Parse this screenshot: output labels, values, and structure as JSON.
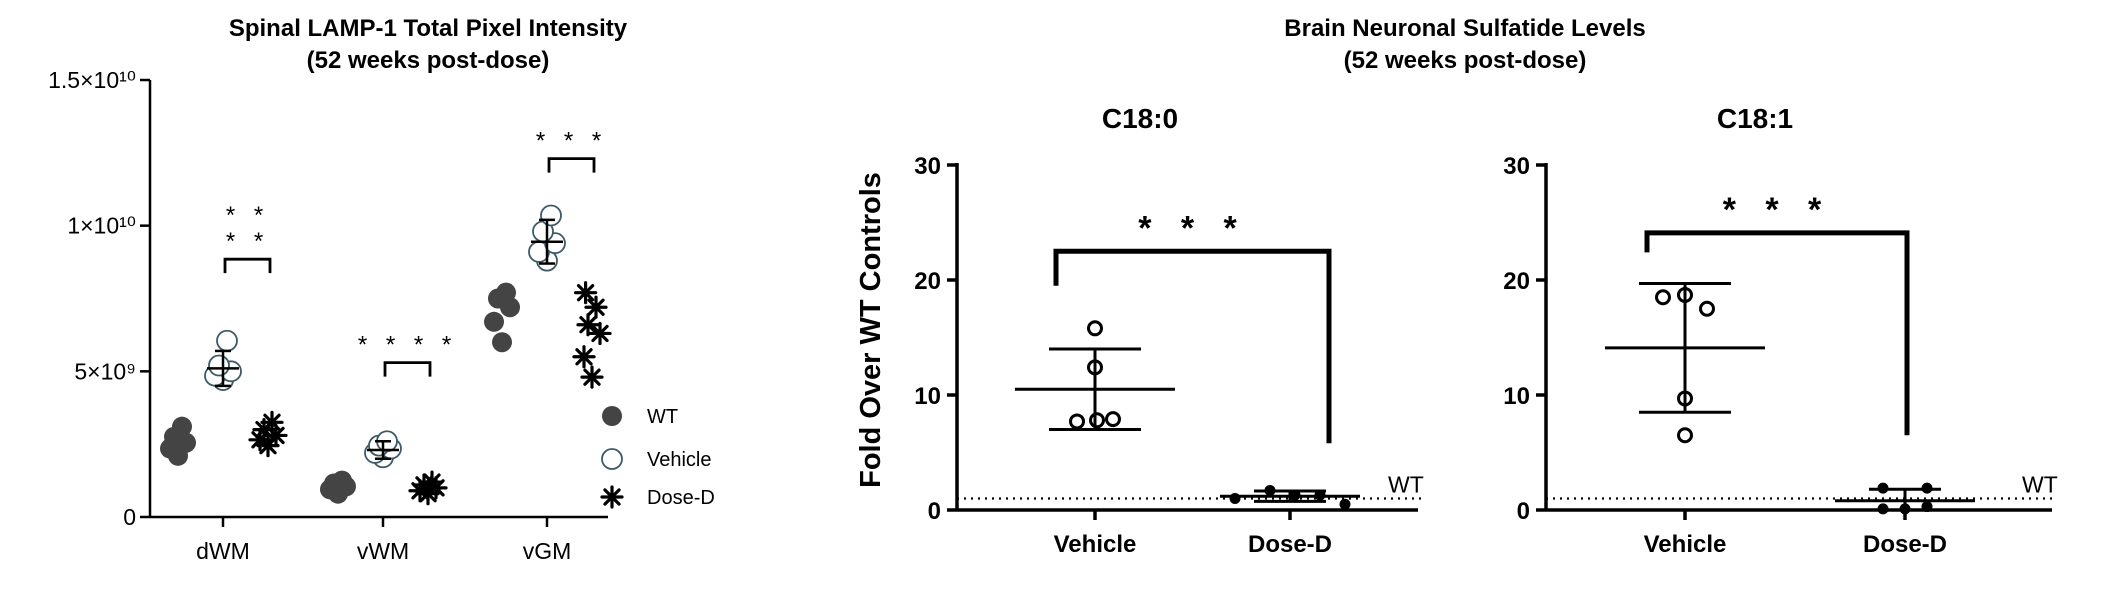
{
  "left_figure": {
    "title_line1": "Spinal LAMP-1 Total Pixel Intensity",
    "title_line2": "(52 weeks post-dose)"
  },
  "right_figure": {
    "title_line1": "Brain Neuronal Sulfatide Levels",
    "title_line2": "(52 weeks post-dose)",
    "ylabel": "Fold Over WT Controls"
  },
  "colors": {
    "wt": "#444444",
    "vehicle_stroke": "#3d5a66",
    "ink": "#000000"
  },
  "chart_data": [
    {
      "type": "scatter",
      "title": "Spinal LAMP-1 Total Pixel Intensity (52 weeks post-dose)",
      "categories": [
        "dWM",
        "vWM",
        "vGM"
      ],
      "y_tick_labels": [
        "0",
        "5×10⁹",
        "1×10¹⁰",
        "1.5×10¹⁰"
      ],
      "y_ticks": [
        0,
        5000000000,
        10000000000,
        15000000000
      ],
      "ylim": [
        0,
        15000000000
      ],
      "legend_position": "right",
      "series": [
        {
          "name": "WT",
          "marker": "filled-circle",
          "groups": [
            [
              2100000000,
              2350000000,
              2550000000,
              2750000000,
              3100000000
            ],
            [
              800000000,
              950000000,
              1050000000,
              1150000000,
              1250000000
            ],
            [
              6000000000,
              6700000000,
              7200000000,
              7500000000,
              7700000000
            ]
          ]
        },
        {
          "name": "Vehicle",
          "marker": "open-circle",
          "mean": [
            5100000000,
            2300000000,
            9450000000
          ],
          "sd": [
            600000000,
            300000000,
            750000000
          ],
          "groups": [
            [
              4700000000,
              4850000000,
              5000000000,
              5200000000,
              6050000000
            ],
            [
              2050000000,
              2200000000,
              2350000000,
              2450000000,
              2600000000
            ],
            [
              8800000000,
              9100000000,
              9400000000,
              9800000000,
              10350000000
            ]
          ]
        },
        {
          "name": "Dose-D",
          "marker": "star",
          "groups": [
            [
              2450000000,
              2650000000,
              2800000000,
              3000000000,
              3250000000
            ],
            [
              800000000,
              900000000,
              1000000000,
              1100000000,
              1200000000
            ],
            [
              4800000000,
              5500000000,
              6300000000,
              6600000000,
              7200000000,
              7700000000
            ]
          ]
        }
      ],
      "annotations": [
        {
          "category": "dWM",
          "label_lines": [
            "* *",
            "* *"
          ]
        },
        {
          "category": "vWM",
          "label_lines": [
            "* * * *"
          ]
        },
        {
          "category": "vGM",
          "label_lines": [
            "* * *"
          ]
        }
      ]
    },
    {
      "type": "scatter",
      "title": "C18:0",
      "ylabel": "Fold Over WT Controls",
      "categories": [
        "Vehicle",
        "Dose-D"
      ],
      "y_ticks": [
        0,
        10,
        20,
        30
      ],
      "ylim": [
        0,
        30
      ],
      "reference_line": {
        "y": 1,
        "label": "WT"
      },
      "series": [
        {
          "name": "Vehicle",
          "values": [
            15.8,
            12.4,
            7.7,
            7.9,
            7.8
          ],
          "mean": 10.5,
          "sd": 3.5
        },
        {
          "name": "Dose-D",
          "values": [
            1.0,
            1.7,
            1.3,
            1.3,
            0.5
          ],
          "mean": 1.2,
          "sd": 0.45
        }
      ],
      "annotation": {
        "label": "* * *",
        "from": "Vehicle",
        "to": "Dose-D"
      }
    },
    {
      "type": "scatter",
      "title": "C18:1",
      "categories": [
        "Vehicle",
        "Dose-D"
      ],
      "y_ticks": [
        0,
        10,
        20,
        30
      ],
      "ylim": [
        0,
        30
      ],
      "reference_line": {
        "y": 1,
        "label": "WT"
      },
      "series": [
        {
          "name": "Vehicle",
          "values": [
            18.5,
            18.7,
            17.5,
            9.7,
            6.5
          ],
          "mean": 14.1,
          "sd": 5.6
        },
        {
          "name": "Dose-D",
          "values": [
            1.9,
            1.9,
            0.1,
            0.1,
            0.3
          ],
          "mean": 0.8,
          "sd": 1.0
        }
      ],
      "annotation": {
        "label": "* * *",
        "from": "Vehicle",
        "to": "Dose-D"
      }
    }
  ]
}
